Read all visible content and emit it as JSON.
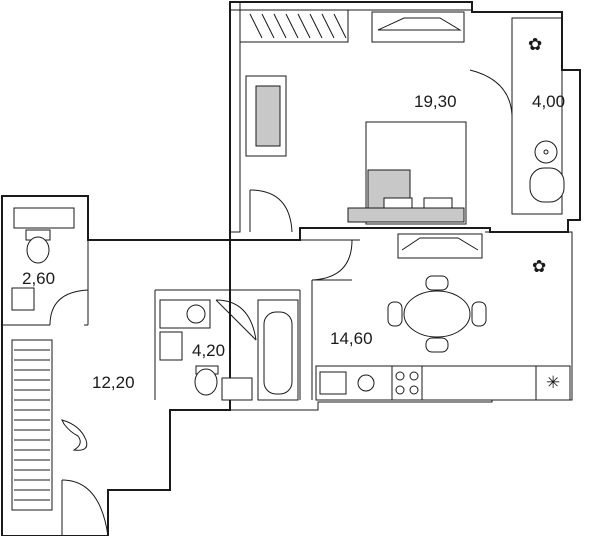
{
  "rooms": {
    "bedroom": {
      "area": "19,30"
    },
    "balcony": {
      "area": "4,00"
    },
    "toilet": {
      "area": "2,60"
    },
    "bathroom": {
      "area": "4,20"
    },
    "kitchen": {
      "area": "14,60"
    },
    "hall": {
      "area": "12,20"
    }
  },
  "icons": {
    "fridge_mark": "✳"
  }
}
